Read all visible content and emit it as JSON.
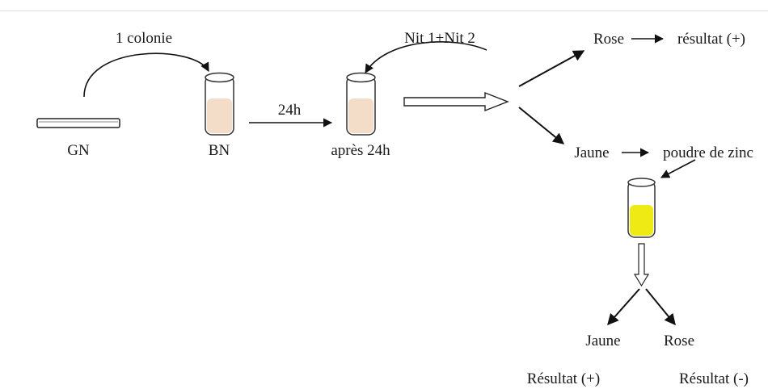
{
  "labels": {
    "gn": "GN",
    "bn": "BN",
    "after_24h": "après 24h",
    "one_colony": "1 colonie",
    "time_24h": "24h",
    "reagents": "Nit 1+Nit 2",
    "rose_top": "Rose",
    "result_pos_top": "résultat (+)",
    "jaune_mid": "Jaune",
    "zinc_powder": "poudre de zinc",
    "jaune_bottom": "Jaune",
    "rose_bottom": "Rose",
    "result_pos_bottom": "Résultat (+)",
    "result_neg_bottom": "Résultat (-)"
  },
  "colors": {
    "broth": "#f3ddc9",
    "yellow_liquid": "#f0ea14",
    "tube_glass": "#ffffff",
    "ink": "#111111"
  }
}
